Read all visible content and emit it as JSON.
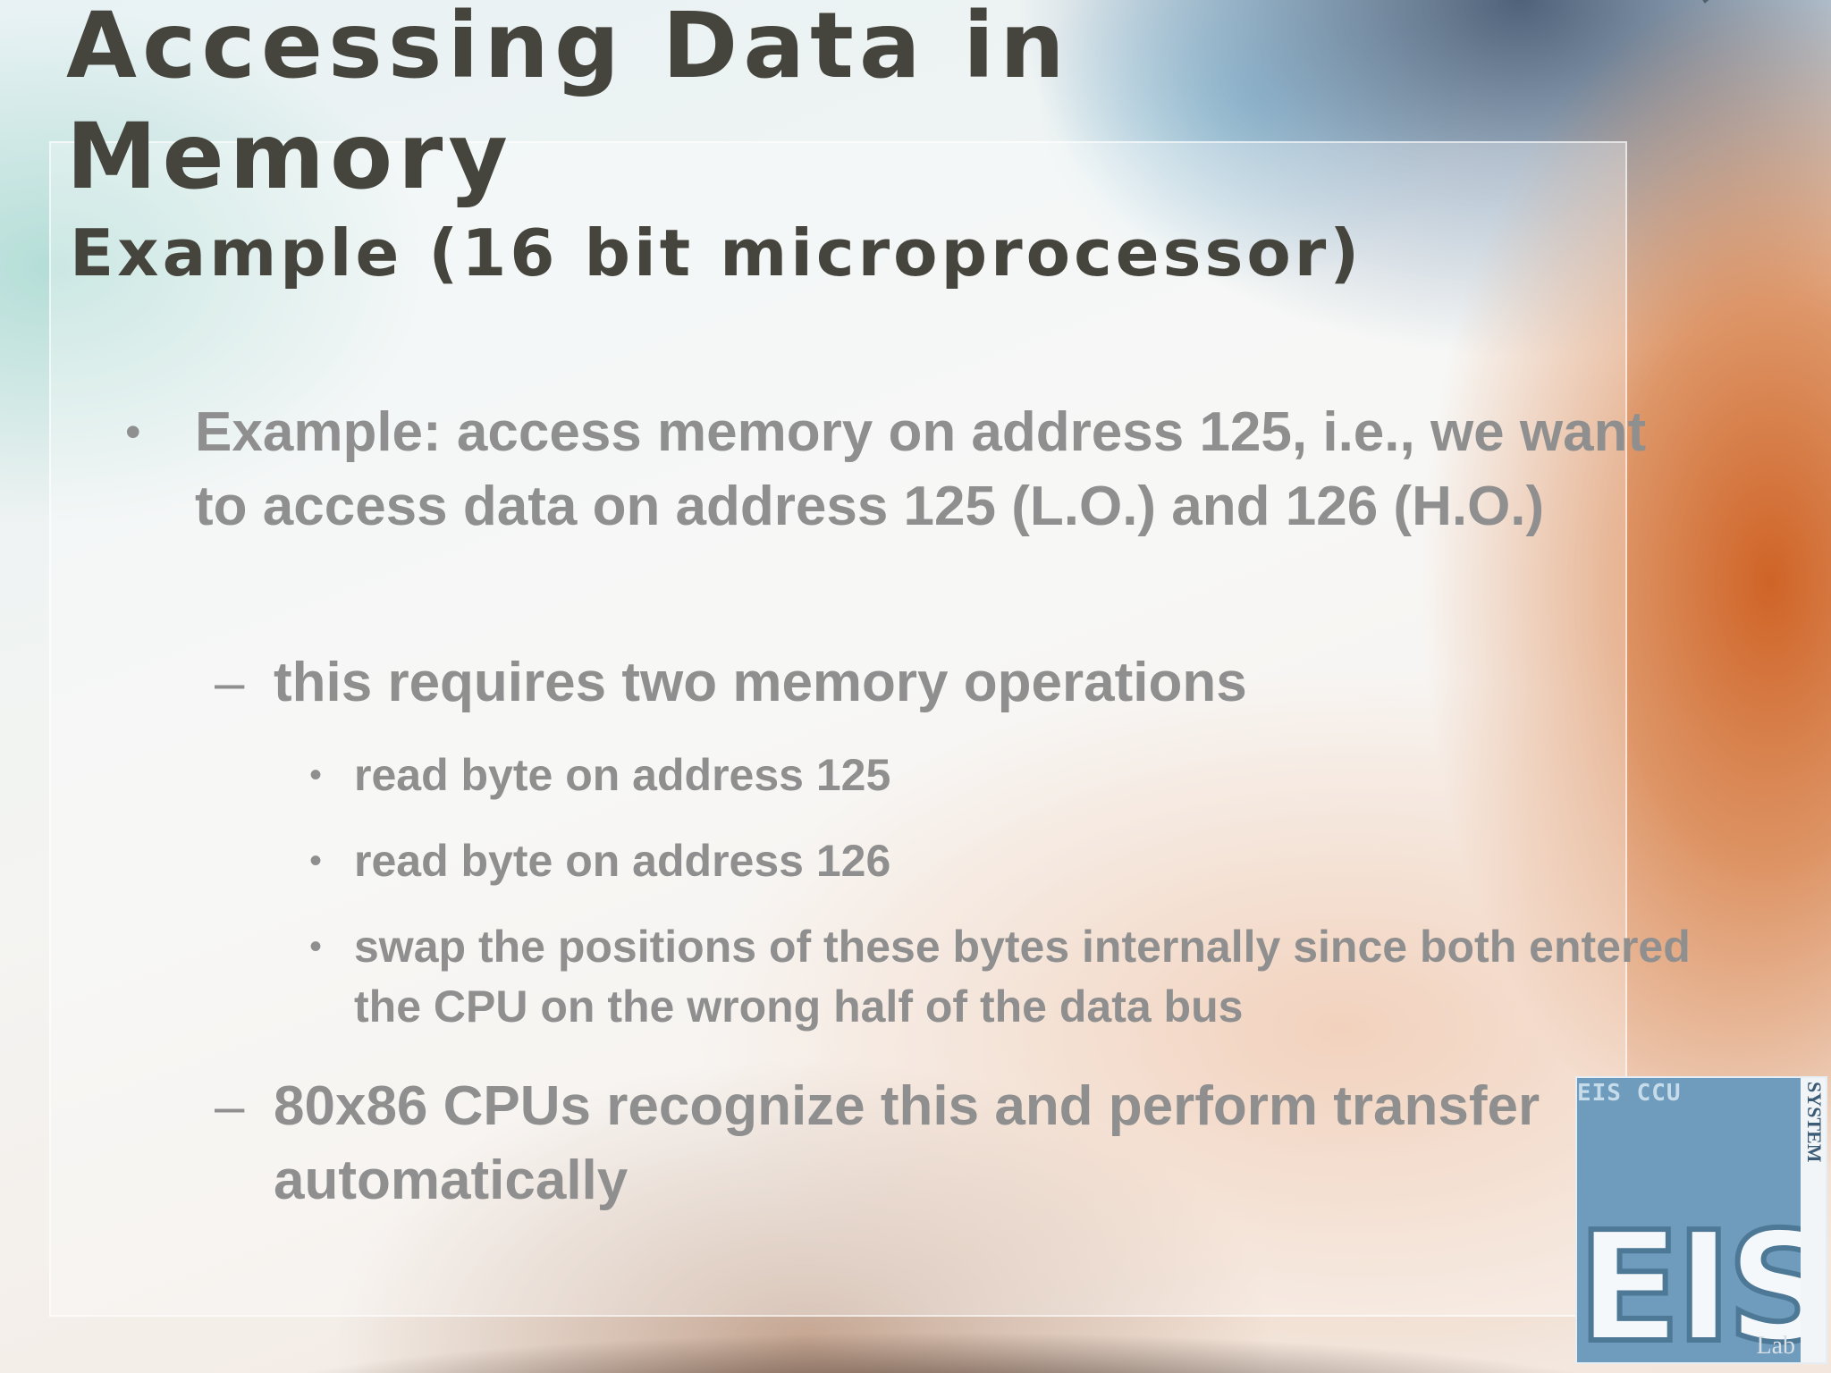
{
  "slide": {
    "title": "Accessing  Data in Memory",
    "subtitle": "Example (16 bit microprocessor)",
    "bullets": [
      {
        "level": 1,
        "marker": "•",
        "text": "Example: access memory on address 125, i.e., we want to access data on address 125 (L.O.) and 126 (H.O.)"
      },
      {
        "level": 2,
        "marker": "–",
        "text": "this requires two memory operations"
      },
      {
        "level": 3,
        "marker": "•",
        "text": "read byte on address 125"
      },
      {
        "level": 3,
        "marker": "•",
        "text": "read byte on address 126"
      },
      {
        "level": 3,
        "marker": "•",
        "text": "swap the positions of these bytes internally since both entered the CPU on the wrong half of the data bus"
      },
      {
        "level": 2,
        "marker": "–",
        "text": "80x86 CPUs recognize this and perform transfer automatically"
      }
    ]
  },
  "logo": {
    "small_text": "EIS CCU",
    "big_text": "EIS",
    "vertical_text": "EMBEDDED INTELLIGENT SYSTEM",
    "lab_text": "Lab"
  }
}
